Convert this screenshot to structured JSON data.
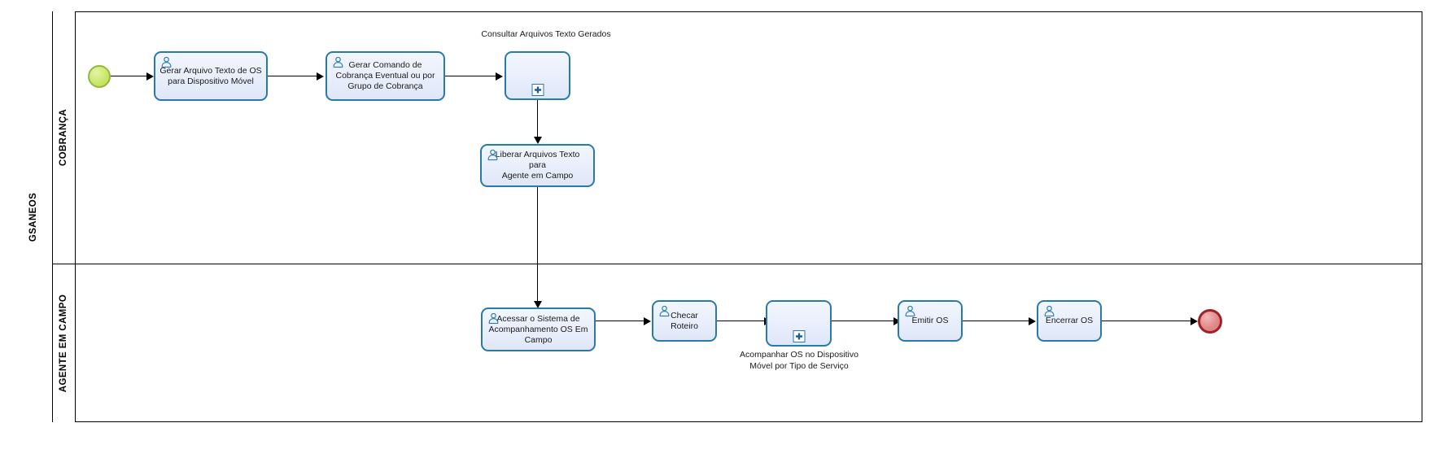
{
  "diagram": {
    "type": "bpmn",
    "pool": {
      "name": "GSANEOS"
    },
    "lanes": [
      {
        "id": "lane-cobranca",
        "name": "COBRANÇA"
      },
      {
        "id": "lane-agente-em-campo",
        "name": "AGENTE EM CAMPO"
      }
    ],
    "events": [
      {
        "id": "start-event",
        "kind": "start",
        "lane": "lane-cobranca",
        "color": "#cbe86b"
      },
      {
        "id": "end-event",
        "kind": "end",
        "lane": "lane-agente-em-campo",
        "color": "#d97b7b"
      }
    ],
    "tasks": [
      {
        "id": "task-gerar-arquivo-texto",
        "label": "Gerar Arquivo Texto de OS\npara Dispositivo Móvel",
        "type": "user-task",
        "lane": "lane-cobranca"
      },
      {
        "id": "task-gerar-comando-cobranca",
        "label": "Gerar Comando de\nCobrança Eventual ou por\nGrupo de Cobrança",
        "type": "user-task",
        "lane": "lane-cobranca"
      },
      {
        "id": "subprocess-consultar-arquivos",
        "label": "Consultar Arquivos Texto Gerados",
        "type": "collapsed-subprocess",
        "lane": "lane-cobranca",
        "label_position": "above"
      },
      {
        "id": "task-liberar-arquivos-texto",
        "label": "Liberar Arquivos Texto para\nAgente em Campo",
        "type": "user-task",
        "lane": "lane-cobranca"
      },
      {
        "id": "task-acessar-sistema",
        "label": "Acessar o Sistema de\nAcompanhamento OS Em\nCampo",
        "type": "user-task",
        "lane": "lane-agente-em-campo"
      },
      {
        "id": "task-checar-roteiro",
        "label": "Checar Roteiro",
        "type": "user-task",
        "lane": "lane-agente-em-campo"
      },
      {
        "id": "subprocess-acompanhar-os",
        "label": "Acompanhar OS no Dispositivo\nMóvel por Tipo de Serviço",
        "type": "collapsed-subprocess",
        "lane": "lane-agente-em-campo",
        "label_position": "below"
      },
      {
        "id": "task-emitir-os",
        "label": "Emitir OS",
        "type": "user-task",
        "lane": "lane-agente-em-campo"
      },
      {
        "id": "task-encerrar-os",
        "label": "Encerrar OS",
        "type": "user-task",
        "lane": "lane-agente-em-campo"
      }
    ],
    "colors": {
      "task_border": "#2a7aa8",
      "task_fill": "#e8eefb",
      "start_event": "#cbe86b",
      "end_event": "#d97b7b",
      "frame": "#000000",
      "flow": "#000000"
    }
  }
}
